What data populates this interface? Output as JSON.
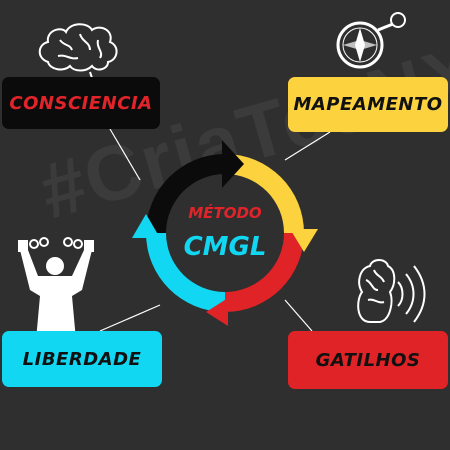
{
  "diagram": {
    "watermark": "#CriaTecNX",
    "center": {
      "line1": "MÉTODO",
      "line2": "CMGL"
    },
    "stages": [
      {
        "label": "CONSCIENCIA",
        "color": "#0b0b0b",
        "text_color": "#e1242a",
        "icon": "brain-icon"
      },
      {
        "label": "MAPEAMENTO",
        "color": "#fcd23e",
        "text_color": "#111111",
        "icon": "compass-icon"
      },
      {
        "label": "GATILHOS",
        "color": "#df2326",
        "text_color": "#111111",
        "icon": "sound-head-icon"
      },
      {
        "label": "LIBERDADE",
        "color": "#12d7f3",
        "text_color": "#111111",
        "icon": "broken-chains-person-icon"
      }
    ],
    "background_color": "#2f2f2f"
  }
}
